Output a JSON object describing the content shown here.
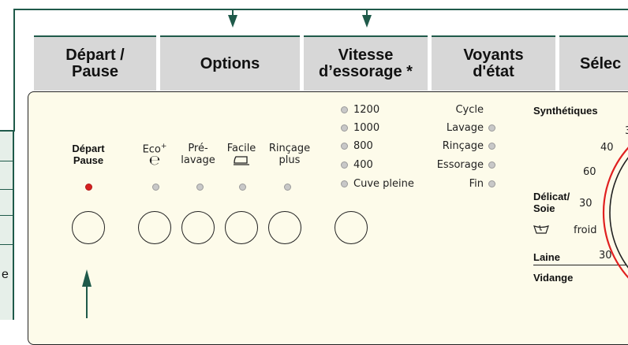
{
  "headers": {
    "depart": "Départ / Pause",
    "options": "Options",
    "vitesse": "Vitesse d’essorage *",
    "voyants": "Voyants d'état",
    "selection": "Sélec"
  },
  "side_text": "e",
  "depart_label_1": "Départ",
  "depart_label_2": "Pause",
  "options": [
    {
      "line1": "Eco",
      "sup": "+",
      "icon": "e-icon"
    },
    {
      "line1": "Pré-",
      "line2": "lavage"
    },
    {
      "line1": "Facile",
      "icon": "iron-icon"
    },
    {
      "line1": "Rinçage",
      "line2": "plus"
    }
  ],
  "spin_speeds": [
    "1200",
    "1000",
    "800",
    "400",
    "Cuve pleine"
  ],
  "status": [
    "Cycle",
    "Lavage",
    "Rinçage",
    "Essorage",
    "Fin"
  ],
  "programs": {
    "synthetiques": "Synthétiques",
    "delicat_1": "Délicat/",
    "delicat_2": "Soie",
    "froid": "froid",
    "laine": "Laine",
    "vidange": "Vidange",
    "t30_top": "3",
    "t40": "40",
    "t60": "60",
    "t30_delicat": "30",
    "t30_laine": "30"
  },
  "colors": {
    "accent_green": "#1f5a4a",
    "led_on": "#d62020",
    "panel_bg": "#fdfbea",
    "header_bg": "#d7d7d7",
    "dial_red": "#e02020"
  }
}
